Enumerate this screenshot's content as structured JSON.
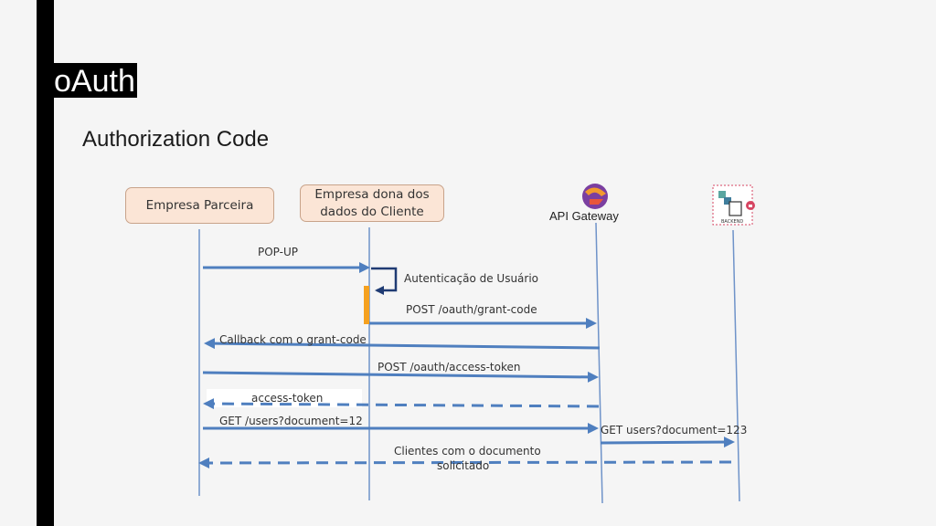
{
  "title": "oAuth",
  "subtitle": "Authorization Code",
  "actors": {
    "parceira": "Empresa Parceira",
    "cliente_line1": "Empresa dona dos",
    "cliente_line2": "dados do Cliente",
    "gateway": "API Gateway",
    "backend_icon_text": "BACKEND"
  },
  "messages": {
    "popup": "POP-UP",
    "auth": "Autenticação de Usuário",
    "grant_code": "POST /oauth/grant-code",
    "callback": "Callback com o grant-code",
    "access_token_req": "POST /oauth/access-token",
    "access_token_resp": "access-token",
    "get_users": "GET /users?document=12",
    "get_users_backend": "GET users?document=123",
    "clients_line1": "Clientes com o documento",
    "clients_line2": "solicitado"
  },
  "colors": {
    "arrow": "#4f7fbf",
    "activation": "#f5a11f",
    "self_arrow": "#1f3b73",
    "actor_fill": "#fbe5d6"
  },
  "icons": {
    "gateway": "api-gateway-logo-icon",
    "backend": "backend-server-icon"
  }
}
